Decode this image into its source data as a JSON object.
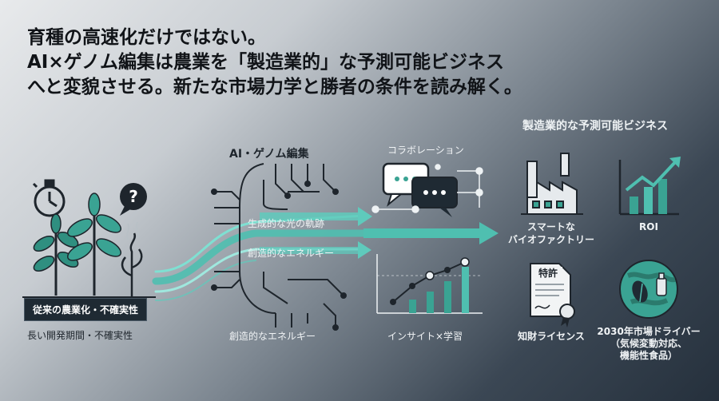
{
  "headline": {
    "line1": "育種の高速化だけではない。",
    "line2": "AI×ゲノム編集は農業を「製造業的」な予測可能ビジネス",
    "line3": "へと変貌させる。新たな市場力学と勝者の条件を読み解く。"
  },
  "left": {
    "badge": "従来の農業化・不確実性",
    "caption": "長い開発期間・不確実性",
    "question_mark": "?"
  },
  "center": {
    "title": "AI・ゲノム編集",
    "arrow1_label": "生成的な光の軌跡",
    "arrow2_label": "創造的なエネルギー",
    "caption": "創造的なエネルギー"
  },
  "collab": {
    "title": "コラボレーション",
    "caption": "インサイト×学習"
  },
  "right": {
    "title": "製造業的な予測可能ビジネス",
    "items": {
      "factory": "スマートな\nバイオファクトリー",
      "roi": "ROI",
      "license": "知財ライセンス",
      "license_doc": "特許",
      "market": "2030年市場ドライバー\n（気候変動対応、\n機能性食品）"
    }
  },
  "colors": {
    "teal": "#4fbfb0",
    "teal_light": "#7fe0d2",
    "dark": "#1f2a33",
    "leaf": "#2f8f80"
  },
  "icons": [
    "stopwatch-icon",
    "question-bubble-icon",
    "plant-icon",
    "withered-plant-icon",
    "circuit-chip-icon",
    "chat-bubbles-icon",
    "line-chart-icon",
    "factory-icon",
    "roi-chart-icon",
    "patent-document-icon",
    "globe-icon"
  ]
}
